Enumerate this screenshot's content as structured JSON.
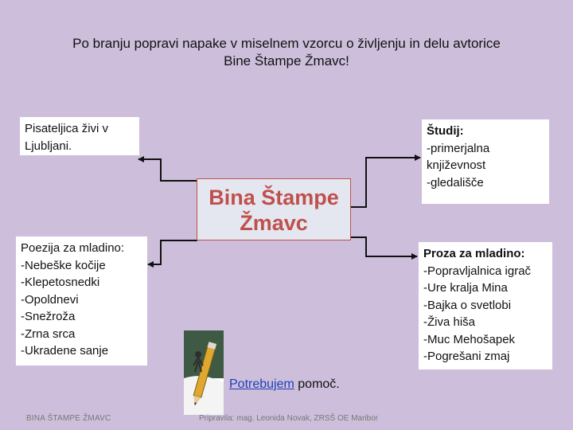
{
  "title": {
    "line1": "Po branju popravi  napake v miselnem vzorcu o življenju in delu avtorice",
    "line2": "Bine Štampe Žmavc!"
  },
  "center": {
    "line1": "Bina Štampe",
    "line2": "Žmavc"
  },
  "boxes": {
    "top_left": {
      "lines": [
        "Pisateljica živi v",
        "Ljubljani."
      ]
    },
    "top_right": {
      "heading": "Študij:",
      "lines": [
        "-primerjalna",
        "književnost",
        "-gledališče"
      ]
    },
    "mid_left": {
      "heading": "Poezija za mladino:",
      "lines": [
        "-Nebeške kočije",
        "-Klepetosnedki",
        "-Opoldnevi",
        "-Snežroža",
        "-Zrna srca",
        "-Ukradene sanje"
      ]
    },
    "mid_right": {
      "heading": "Proza za mladino:",
      "lines": [
        "-Popravljalnica igrač",
        "-Ure kralja Mina",
        "-Bajka o svetlobi",
        "-Živa hiša",
        "-Muc Mehošapek",
        "-Pogrešani zmaj"
      ]
    }
  },
  "help": {
    "link": "Potrebujem",
    "rest": " pomoč."
  },
  "footer": {
    "left": "BINA ŠTAMPE ŽMAVC",
    "center": "Pripravila: mag. Leonida Novak, ZRSŠ OE Maribor"
  },
  "colors": {
    "background": "#cdbfdb",
    "center_text": "#c0504d",
    "center_border": "#c0504d",
    "center_fill": "#e4e7ef",
    "link": "#1f3fb8"
  },
  "icons": {
    "helper": "pencil-icon",
    "connector_end": "arrow-icon"
  }
}
